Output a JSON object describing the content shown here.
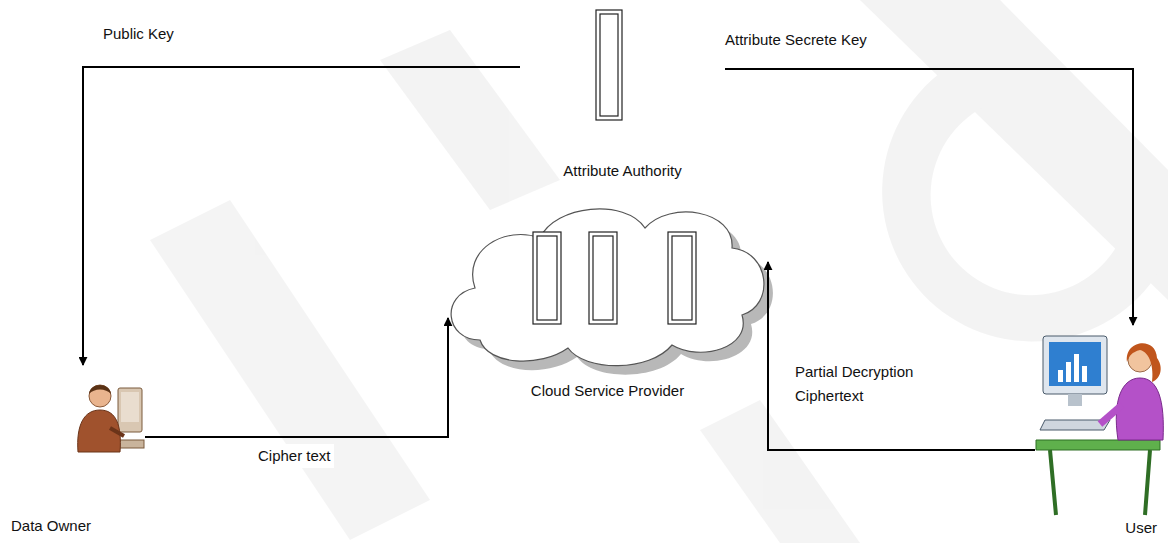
{
  "diagram": {
    "nodes": [
      {
        "text": [
          "Attribute Authority"
        ]
      },
      {
        "text": [
          "Cloud Service Provider"
        ]
      },
      {
        "text": [
          "Data Owner"
        ]
      },
      {
        "text": [
          "User"
        ]
      }
    ],
    "edges": [
      {
        "from": 0,
        "to": 2,
        "arrow": "to",
        "label": "Public Key"
      },
      {
        "from": 0,
        "to": 3,
        "arrow": "to",
        "label": "Attribute Secrete Key"
      },
      {
        "from": 2,
        "to": 1,
        "arrow": "to",
        "label": "Cipher text"
      },
      {
        "from": 3,
        "to": 1,
        "arrow": "to",
        "label": "Partial Decryption Ciphertext"
      }
    ]
  }
}
